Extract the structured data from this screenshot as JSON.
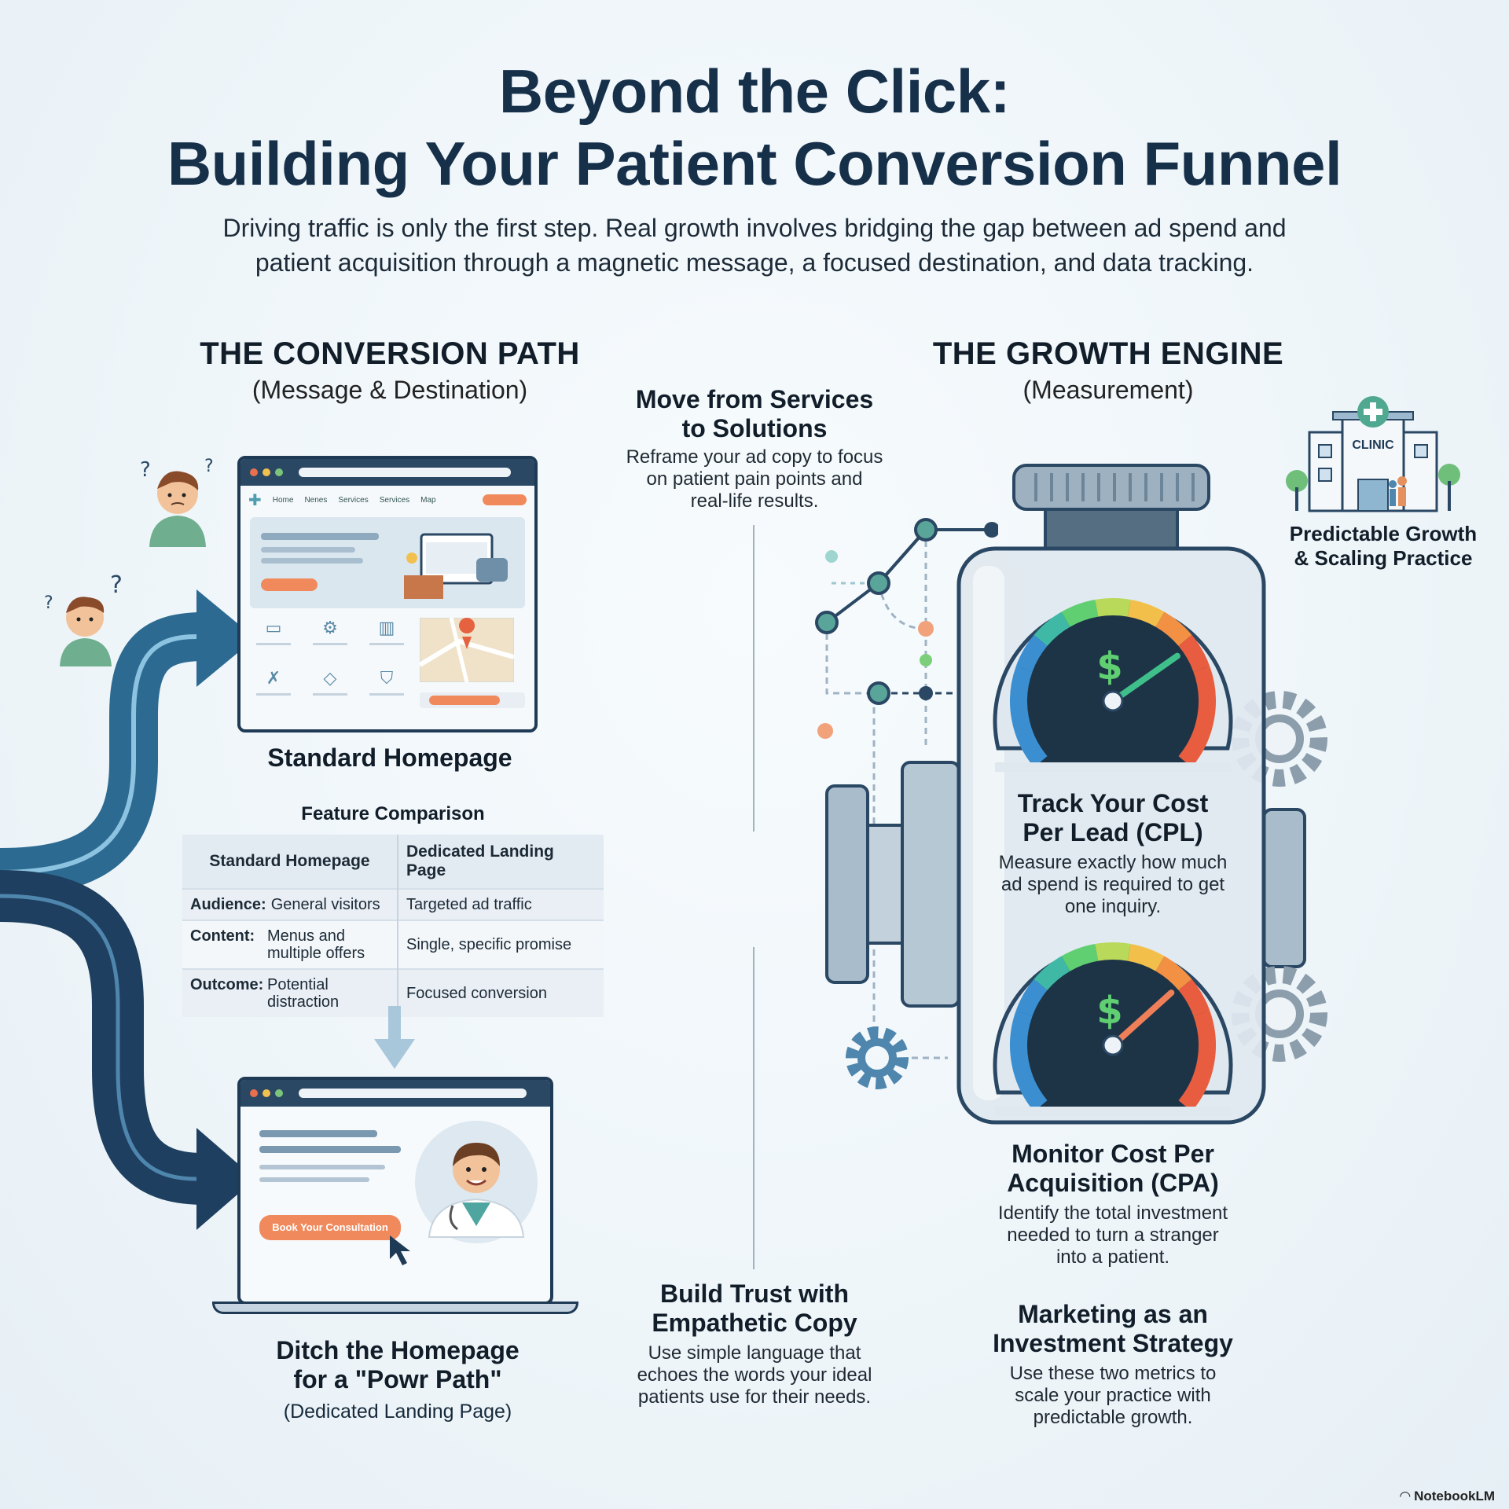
{
  "header": {
    "title_line1": "Beyond the Click:",
    "title_line2": "Building Your Patient Conversion Funnel",
    "subtitle_line1": "Driving traffic is only the first step. Real growth involves bridging the gap between ad spend and",
    "subtitle_line2": "patient acquisition through a magnetic message, a focused destination, and data tracking."
  },
  "left": {
    "title": "THE CONVERSION PATH",
    "subtitle": "(Message & Destination)",
    "homepage_nav": [
      "Home",
      "Nenes",
      "Services",
      "Services",
      "Map"
    ],
    "homepage_label": "Standard Homepage",
    "table": {
      "title": "Feature Comparison",
      "headers": [
        "Standard Homepage",
        "Dedicated Landing Page"
      ],
      "rows": [
        {
          "key": "Audience:",
          "standard": "General visitors",
          "landing": "Targeted ad traffic"
        },
        {
          "key": "Content:",
          "standard": "Menus and multiple offers",
          "landing": "Single, specific promise"
        },
        {
          "key": "Outcome:",
          "standard": "Potential distraction",
          "landing": "Focused conversion"
        }
      ]
    },
    "landing_button": "Book Your Consultation",
    "landing_title_line1": "Ditch the Homepage",
    "landing_title_line2": "for a \"Powr Path\"",
    "landing_subtitle": "(Dedicated Landing Page)"
  },
  "middle": {
    "top_title_line1": "Move from Services",
    "top_title_line2": "to Solutions",
    "top_body_line1": "Reframe your ad copy to focus",
    "top_body_line2": "on patient pain points and",
    "top_body_line3": "real-life results.",
    "bottom_title_line1": "Build Trust with",
    "bottom_title_line2": "Empathetic Copy",
    "bottom_body_line1": "Use simple language that",
    "bottom_body_line2": "echoes the words your ideal",
    "bottom_body_line3": "patients use for their needs."
  },
  "right": {
    "title": "THE GROWTH ENGINE",
    "subtitle": "(Measurement)",
    "clinic_sign": "CLINIC",
    "clinic_caption_line1": "Predictable Growth",
    "clinic_caption_line2": "& Scaling Practice",
    "gauge_symbol": "$",
    "cpl_title_line1": "Track Your Cost",
    "cpl_title_line2": "Per Lead (CPL)",
    "cpl_body_line1": "Measure exactly how much",
    "cpl_body_line2": "ad spend is required to get",
    "cpl_body_line3": "one inquiry.",
    "cpa_title_line1": "Monitor Cost Per",
    "cpa_title_line2": "Acquisition (CPA)",
    "cpa_body_line1": "Identify the total investment",
    "cpa_body_line2": "needed to turn a stranger",
    "cpa_body_line3": "into a patient.",
    "invest_title_line1": "Marketing as an",
    "invest_title_line2": "Investment Strategy",
    "invest_body_line1": "Use these two metrics to",
    "invest_body_line2": "scale your practice with",
    "invest_body_line3": "predictable growth."
  },
  "footer": {
    "brand": "NotebookLM"
  },
  "colors": {
    "navy": "#17304a",
    "arrow_dark": "#1e3f5f",
    "arrow_mid": "#2d6a91",
    "accent_orange": "#f08a5d",
    "teal": "#4f9db0"
  }
}
